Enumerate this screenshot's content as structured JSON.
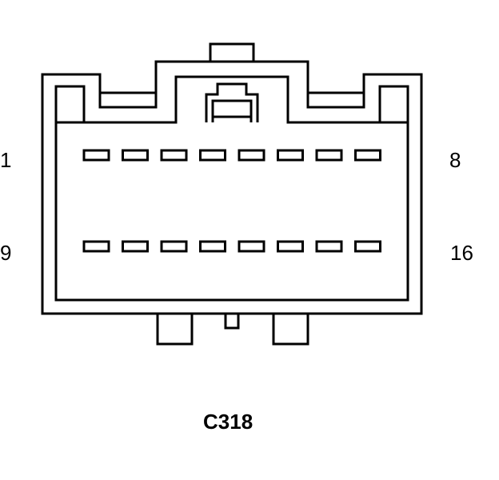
{
  "connector": {
    "id": "C318",
    "pin_count": 16,
    "rows": 2,
    "pins_per_row": 8
  },
  "labels": {
    "top_left": "1",
    "top_right": "8",
    "bottom_left": "9",
    "bottom_right": "16"
  },
  "colors": {
    "line": "#000000",
    "background": "#ffffff"
  }
}
